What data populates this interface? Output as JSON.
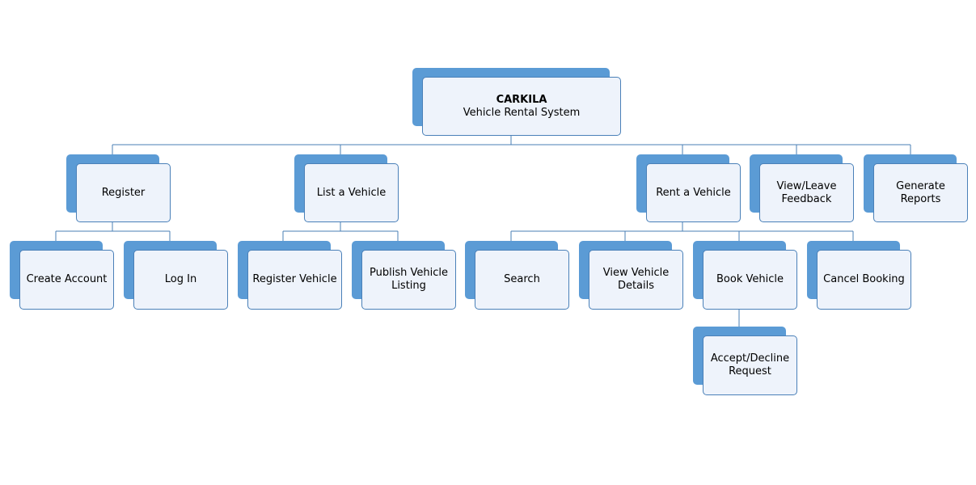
{
  "diagram": {
    "root": {
      "title": "CARKILA",
      "subtitle": "Vehicle Rental System"
    },
    "nodes": {
      "register": [
        "Register"
      ],
      "list_vehicle": [
        "List a Vehicle"
      ],
      "rent_vehicle": [
        "Rent a Vehicle"
      ],
      "feedback": [
        "View/Leave",
        "Feedback"
      ],
      "reports": [
        "Generate",
        "Reports"
      ],
      "create_account": [
        "Create Account"
      ],
      "log_in": [
        "Log In"
      ],
      "register_vehicle": [
        "Register Vehicle"
      ],
      "publish_listing": [
        "Publish Vehicle",
        "Listing"
      ],
      "search": [
        "Search"
      ],
      "view_details": [
        "View Vehicle",
        "Details"
      ],
      "book_vehicle": [
        "Book Vehicle"
      ],
      "cancel_booking": [
        "Cancel Booking"
      ],
      "accept_decline": [
        "Accept/Decline",
        "Request"
      ]
    },
    "colors": {
      "back_fill": "#5b9bd5",
      "front_fill": "#eef3fb",
      "border": "#4a80b8",
      "connector": "#4a7fb5"
    }
  }
}
